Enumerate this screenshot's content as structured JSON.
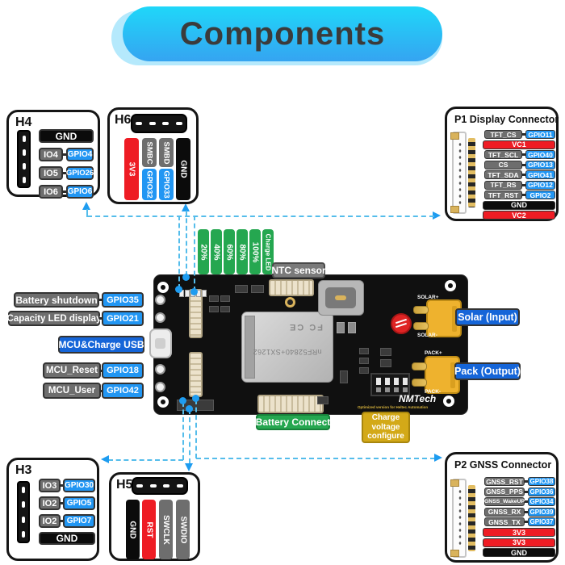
{
  "title": "Components",
  "palette": {
    "accent_cyan": "#1fd7f9",
    "chip_blue": "#2196f3",
    "chip_dark_blue": "#1565d8",
    "chip_gray": "#6e6e6e",
    "chip_black": "#0b0b0b",
    "chip_red": "#ee1c24",
    "chip_green": "#25a750",
    "chip_gold": "#d3a918",
    "line_cyan": "#55bdeb"
  },
  "h4": {
    "label": "H4",
    "gnd": "GND",
    "rows": [
      {
        "io": "IO4",
        "gpio": "GPIO4"
      },
      {
        "io": "IO5",
        "gpio": "GPIO26"
      },
      {
        "io": "IO6",
        "gpio": "GPIO6"
      }
    ]
  },
  "h6": {
    "label": "H6",
    "bar1": "3V3",
    "bar2_top": "SMBC",
    "bar2_bottom": "GPIO32",
    "bar3_top": "SMBD",
    "bar3_bottom": "GPIO33",
    "bar4": "GND"
  },
  "p1": {
    "label": "P1",
    "title": "Display Connector",
    "rows": [
      {
        "name": "TFT_CS",
        "gpio": "GPIO11"
      },
      {
        "full": "VC1"
      },
      {
        "name": "TFT_SCL",
        "gpio": "GPIO40"
      },
      {
        "name": "CS",
        "gpio": "GPIO13"
      },
      {
        "name": "TFT_SDA",
        "gpio": "GPIO41"
      },
      {
        "name": "TFT_RS",
        "gpio": "GPIO12"
      },
      {
        "name": "TFT_RST",
        "gpio": "GPIO2"
      },
      {
        "full": "GND"
      },
      {
        "full": "VC2"
      }
    ]
  },
  "h3": {
    "label": "H3",
    "gnd": "GND",
    "rows": [
      {
        "io": "IO3",
        "gpio": "GPIO30"
      },
      {
        "io": "IO2",
        "gpio": "GPIO5"
      },
      {
        "io": "IO2",
        "gpio": "GPIO7"
      }
    ]
  },
  "h5": {
    "label": "H5",
    "bars": [
      "GND",
      "RST",
      "SWCLK",
      "SWDIO"
    ]
  },
  "p2": {
    "label": "P2",
    "title": "GNSS Connector",
    "rows": [
      {
        "name": "GNSS_RST",
        "gpio": "GPIO38"
      },
      {
        "name": "GNSS_PPS",
        "gpio": "GPIO36"
      },
      {
        "name": "GNSS_WakeUP",
        "gpio": "GPIO34"
      },
      {
        "name": "GNSS_RX",
        "gpio": "GPIO39"
      },
      {
        "name": "GNSS_TX",
        "gpio": "GPIO37"
      },
      {
        "full": "3V3"
      },
      {
        "full": "3V3"
      },
      {
        "full": "GND"
      }
    ]
  },
  "charge": {
    "bars": [
      "20%",
      "40%",
      "60%",
      "80%",
      "100%",
      "Charge LED"
    ]
  },
  "callouts": {
    "ntc": "NTC sensor",
    "battery_shutdown": "Battery shutdown",
    "battery_shutdown_gpio": "GPIO35",
    "capacity_led": "Capacity LED display",
    "capacity_led_gpio": "GPIO21",
    "usb": "MCU&Charge USB",
    "mcu_reset": "MCU_Reset",
    "mcu_reset_gpio": "GPIO18",
    "mcu_user": "MCU_User",
    "mcu_user_gpio": "GPIO42",
    "solar": "Solar (Input)",
    "pack": "Pack (Output)",
    "battery_connect": "Battery Connect",
    "charge_voltage": "Charge voltage configure"
  },
  "board": {
    "module": "nRF52840+SX1262",
    "marks": "FC  CE",
    "brand": "NMTech",
    "brand_sub": "Optimized version for Heltec Automation",
    "solar_plus": "SOLAR+",
    "solar_minus": "SOLAR-",
    "pack_plus": "PACK+",
    "pack_minus": "PACK-"
  }
}
